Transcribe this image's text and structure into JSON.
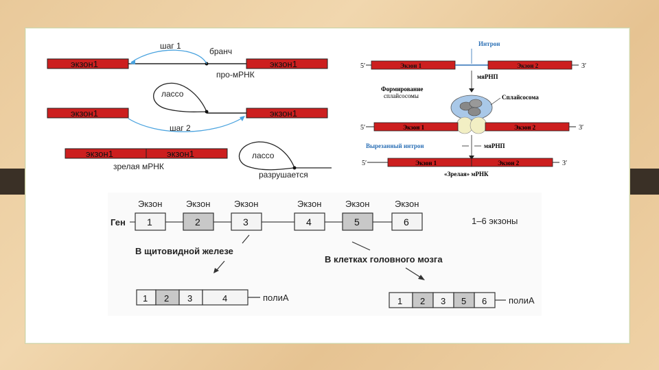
{
  "panel_a": {
    "exon_label": "экзон1",
    "step1": "шаг 1",
    "branch": "бранч",
    "pre_mrna": "про-мРНК",
    "lasso": "лассо",
    "step2": "шаг 2",
    "mature_mrna": "зрелая мРНК",
    "lasso2": "лассо",
    "degraded": "разрушается"
  },
  "panel_b": {
    "intron": "Интрон",
    "five_prime": "5′",
    "three_prime": "3′",
    "exon1": "Экзон 1",
    "exon2": "Экзон 2",
    "snrnp": "мяРНП",
    "formation_line1": "Формирование",
    "formation_line2": "сплайсосомы",
    "spliceosome": "Сплайсосома",
    "excised_intron": "Вырезанный интрон",
    "snrnp2": "мяРНП",
    "mature": "«Зрелая» мРНК"
  },
  "panel_c": {
    "exon_header": "Экзон",
    "gene_label": "Ген",
    "exon_numbers": [
      "1",
      "2",
      "3",
      "4",
      "5",
      "6"
    ],
    "exons_note": "1–6 экзоны",
    "thyroid": "В щитовидной железе",
    "brain": "В клетках головного мозга",
    "thyroid_product": [
      "1",
      "2",
      "3",
      "4"
    ],
    "brain_product": [
      "1",
      "2",
      "3",
      "5",
      "6"
    ],
    "polya": "полиА"
  },
  "colors": {
    "exon_red": "#cc1f1f",
    "arrow_blue": "#4aa3df",
    "intron_blue": "#2a6fb5",
    "exon_grey": "#c8c8c8",
    "exon_dark": "#8c8c8c"
  }
}
